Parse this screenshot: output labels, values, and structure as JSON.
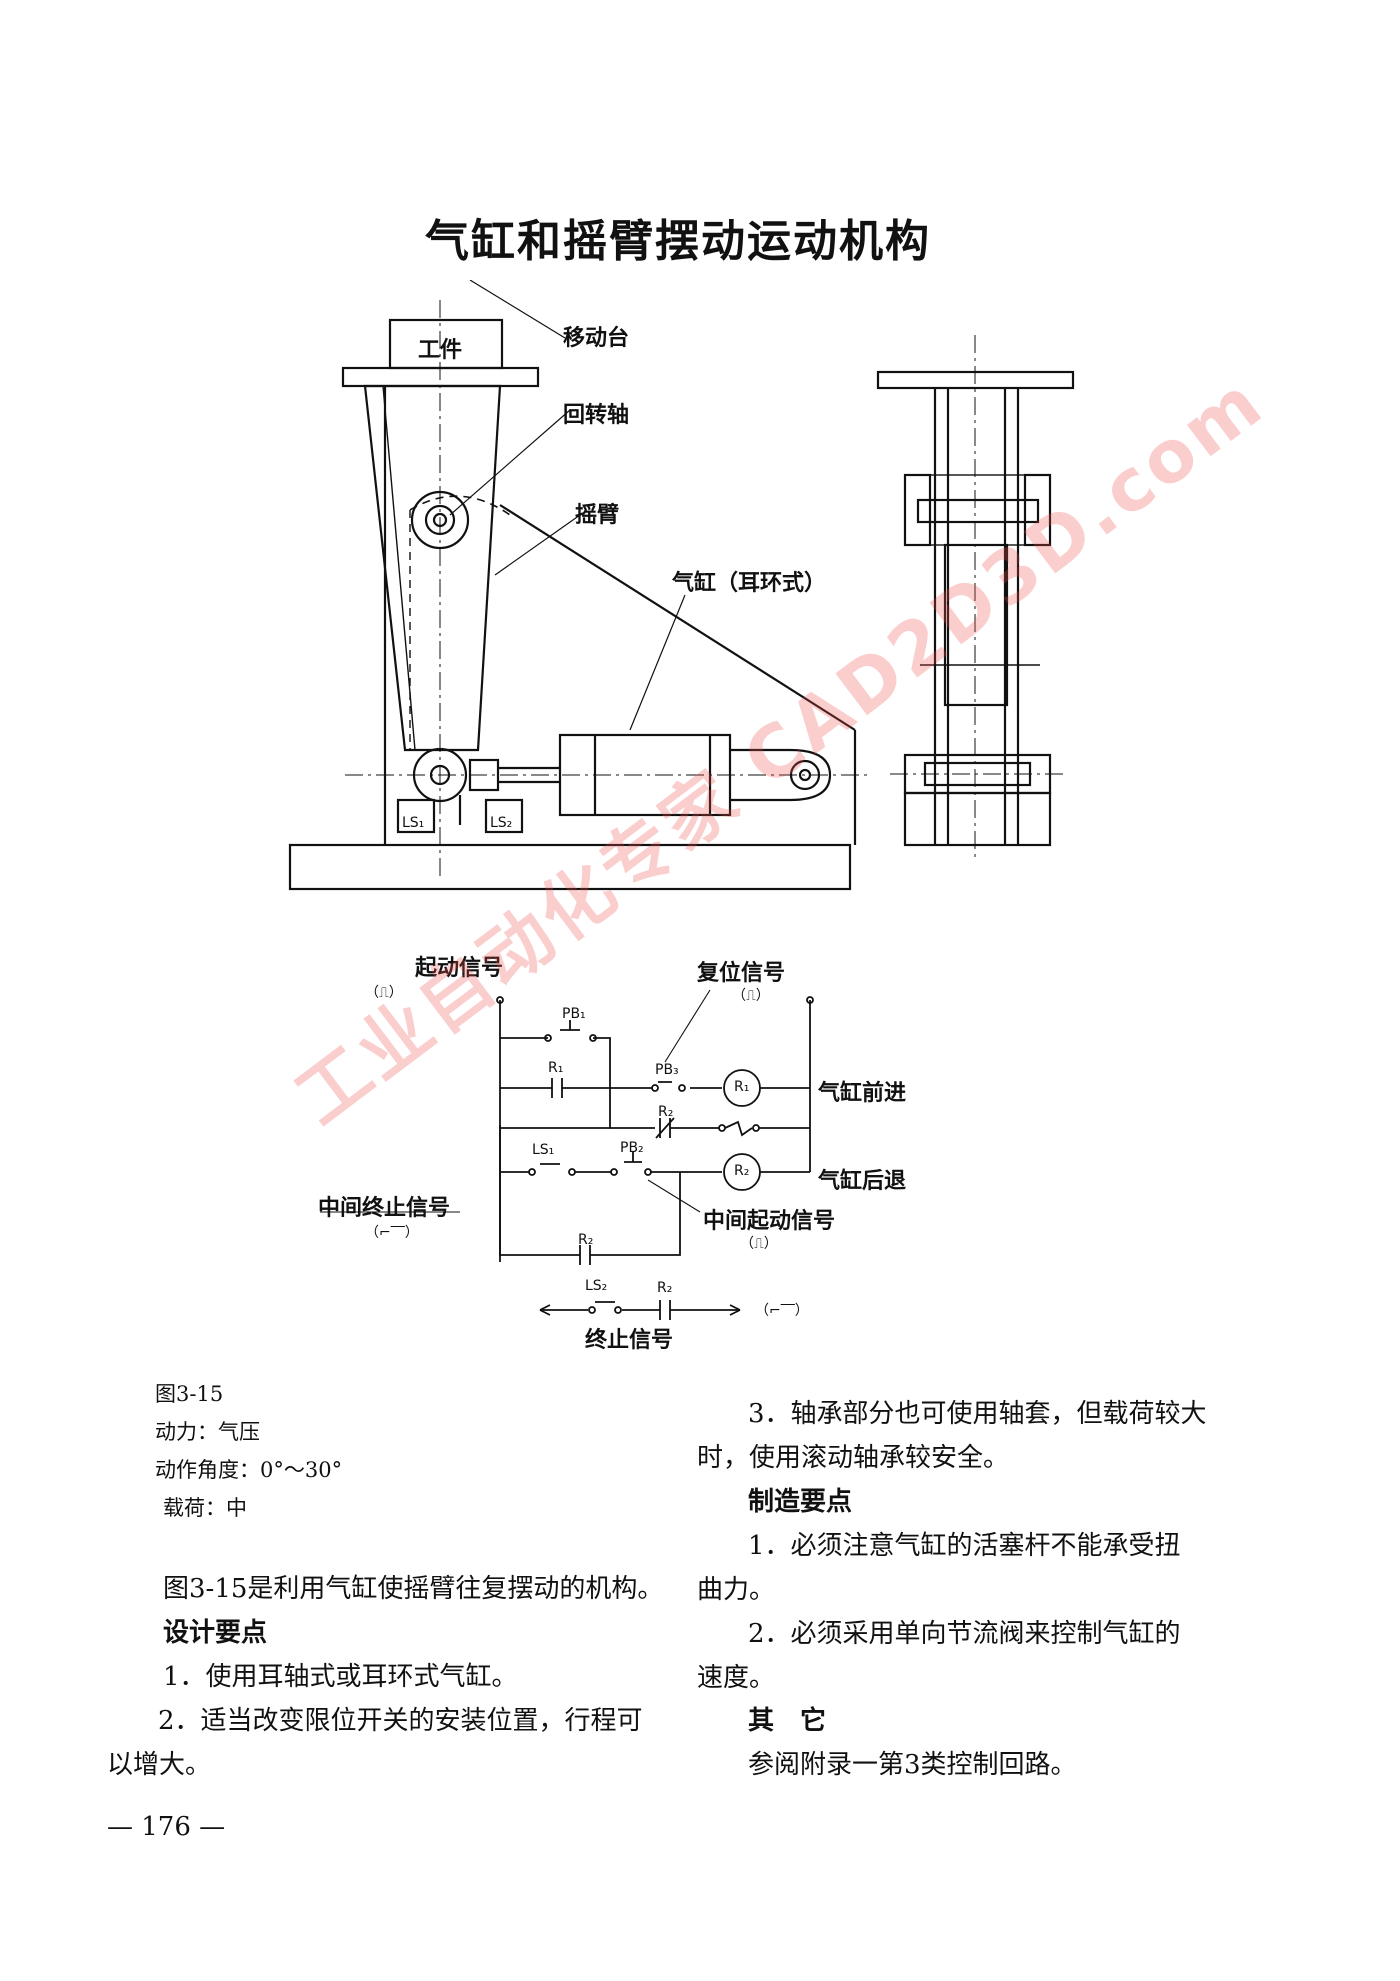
{
  "page": {
    "title": "气缸和摇臂摆动运动机构",
    "page_number": "— 176 —"
  },
  "mechanism_labels": {
    "workpiece": "工件",
    "moving_table": "移动台",
    "rotary_shaft": "回转轴",
    "rocker_arm": "摇臂",
    "cylinder": "气缸（耳环式）",
    "ls1": "LS₁",
    "ls2": "LS₂"
  },
  "circuit": {
    "start_signal": "起动信号",
    "start_pulse": "（⎍）",
    "reset_signal": "复位信号",
    "reset_pulse": "（⎍）",
    "pb1": "PB₁",
    "r1_contact": "R₁",
    "pb3": "PB₃",
    "r1_coil": "R₁",
    "forward": "气缸前进",
    "r2_contact": "R₂",
    "ls1": "LS₁",
    "pb2": "PB₂",
    "r2_coil": "R₂",
    "backward": "气缸后退",
    "mid_stop_signal": "中间终止信号",
    "mid_stop_pulse": "（⌐‾‾）",
    "mid_start_signal": "中间起动信号",
    "mid_start_pulse": "（⎍）",
    "r2_hold": "R₂",
    "ls2": "LS₂",
    "r2_end": "R₂",
    "end_pulse": "（⌐‾‾）",
    "end_signal": "终止信号"
  },
  "specs": {
    "figure": "图3-15",
    "power": "动力：气压",
    "angle": "动作角度：0°～30°",
    "load": "载荷：中"
  },
  "left_text": {
    "intro": "图3-15是利用气缸使摇臂往复摆动的机构。",
    "design_heading": "设计要点",
    "design_1": "1．使用耳轴式或耳环式气缸。",
    "design_2a": "2．适当改变限位开关的安装位置，行程可",
    "design_2b": "以增大。"
  },
  "right_text": {
    "design_3a": "3．轴承部分也可使用轴套，但载荷较大",
    "design_3b": "时，使用滚动轴承较安全。",
    "mfg_heading": "制造要点",
    "mfg_1a": "1．必须注意气缸的活塞杆不能承受扭",
    "mfg_1b": "曲力。",
    "mfg_2a": "2．必须采用单向节流阀来控制气缸的",
    "mfg_2b": "速度。",
    "other_heading": "其　它",
    "other_1": "参阅附录一第3类控制回路。"
  },
  "watermark": "工业自动化专家 CAD2D3D.com",
  "colors": {
    "ink": "#111111",
    "watermark": "#f05050"
  }
}
